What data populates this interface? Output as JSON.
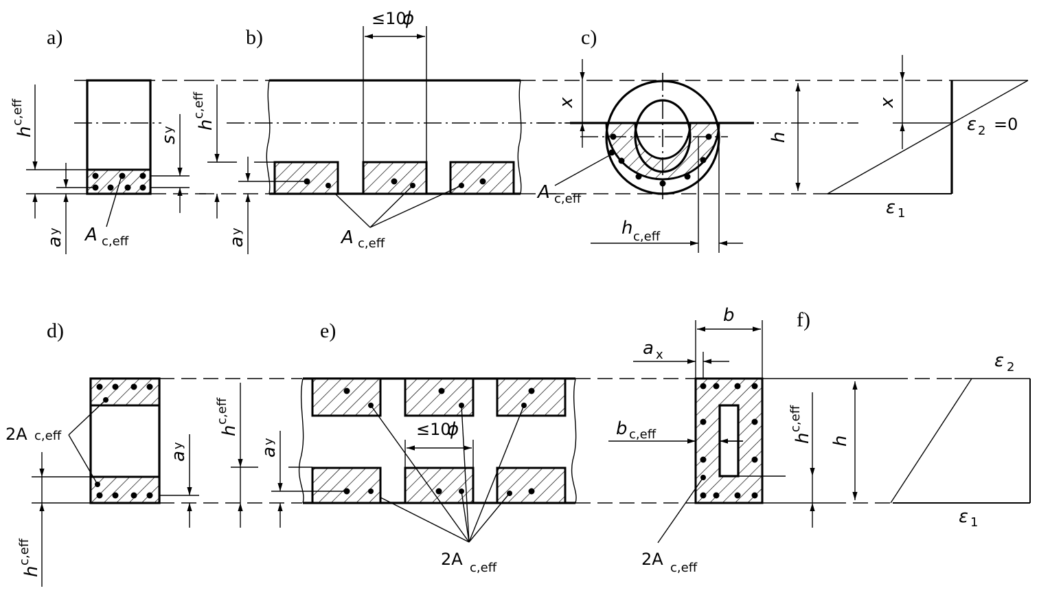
{
  "figure": {
    "panels": [
      {
        "id": "a",
        "label": "a)"
      },
      {
        "id": "b",
        "label": "b)"
      },
      {
        "id": "c",
        "label": "c)"
      },
      {
        "id": "d",
        "label": "d)"
      },
      {
        "id": "e",
        "label": "e)"
      },
      {
        "id": "f",
        "label": "f)"
      }
    ],
    "symbols": {
      "h": "h",
      "c_eff": "c,eff",
      "A": "A",
      "two_A": "2A",
      "a": "a",
      "s": "s",
      "y": "y",
      "x_sub": "x",
      "x": "x",
      "b": "b",
      "epsilon": "ε",
      "one": "1",
      "two": "2",
      "eq_zero": "=0",
      "spacing": "≤10",
      "phi": "ϕ"
    }
  }
}
